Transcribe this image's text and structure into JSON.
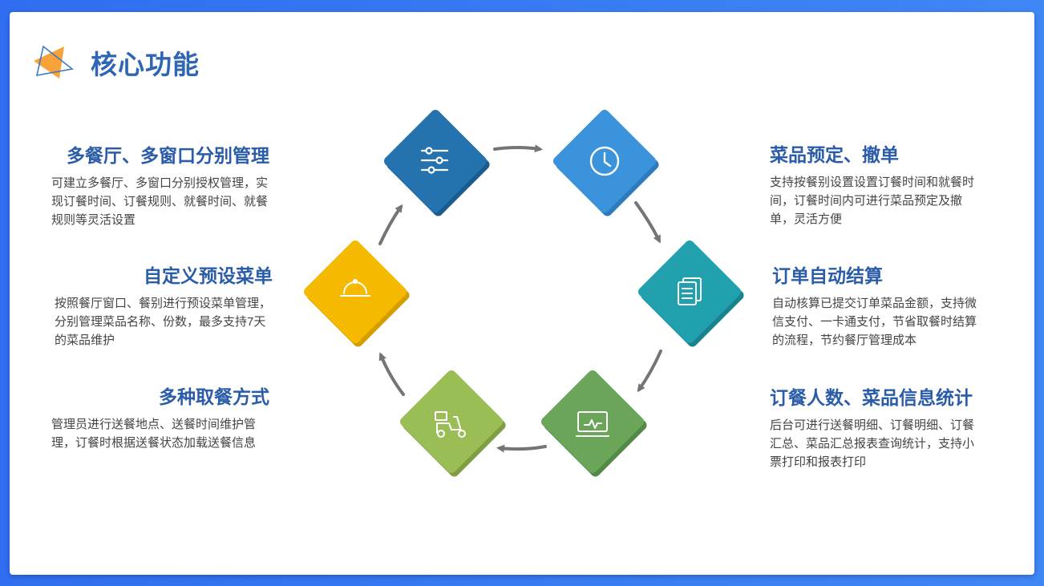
{
  "page": {
    "title": "核心功能"
  },
  "features": {
    "left": [
      {
        "title": "多餐厅、多窗口分别管理",
        "desc": "可建立多餐厅、多窗口分别授权管理，实现订餐时间、订餐规则、就餐时间、就餐规则等灵活设置"
      },
      {
        "title": "自定义预设菜单",
        "desc": "按照餐厅窗口、餐别进行预设菜单管理，分别管理菜品名称、份数，最多支持7天的菜品维护"
      },
      {
        "title": "多种取餐方式",
        "desc": "管理员进行送餐地点、送餐时间维护管理，订餐时根据送餐状态加载送餐信息"
      }
    ],
    "right": [
      {
        "title": "菜品预定、撤单",
        "desc": "支持按餐别设置设置订餐时间和就餐时间，订餐时间内可进行菜品预定及撤单，灵活方便"
      },
      {
        "title": "订单自动结算",
        "desc": "自动核算已提交订单菜品金额，支持微信支付、一卡通支付，节省取餐时结算的流程，节约餐厅管理成本"
      },
      {
        "title": "订餐人数、菜品信息统计",
        "desc": "后台可进行送餐明细、订餐明细、订餐汇总、菜品汇总报表查询统计，支持小票打印和报表打印"
      }
    ]
  },
  "diagram": {
    "nodes": [
      {
        "icon": "sliders-icon",
        "color": "#2472ae",
        "shade": "#1b5c8f"
      },
      {
        "icon": "clock-icon",
        "color": "#3a93db",
        "shade": "#2d7bbd"
      },
      {
        "icon": "document-icon",
        "color": "#20a1ad",
        "shade": "#16838d"
      },
      {
        "icon": "monitor-icon",
        "color": "#6aa55a",
        "shade": "#548a47"
      },
      {
        "icon": "delivery-scooter-icon",
        "color": "#9abd55",
        "shade": "#7f9e42"
      },
      {
        "icon": "food-cloche-icon",
        "color": "#f5b900",
        "shade": "#d49e00"
      }
    ],
    "arrow_color": "#757575"
  }
}
